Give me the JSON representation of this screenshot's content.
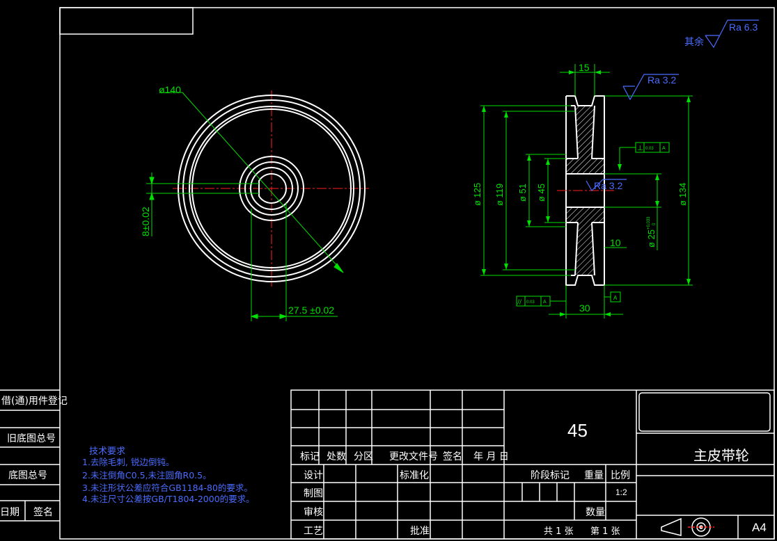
{
  "roughness_other": {
    "prefix": "其余",
    "value": "Ra 6.3"
  },
  "front_view": {
    "dim_diameter": "ø140",
    "dim_keyway_width": "8±0.02",
    "dim_keyway_depth": "27.5 ±0.02"
  },
  "section_view": {
    "dim_groove_width": "15",
    "dim_d125": "ø 125",
    "dim_d119": "ø 119",
    "dim_d51": "ø 51",
    "dim_d45": "ø 45",
    "dim_d134": "ø 134",
    "dim_d25": "ø 25",
    "dim_d25_tol_upper": "+0.033",
    "dim_d25_tol_lower": "0",
    "dim_hub": "10",
    "dim_width": "30",
    "roughness_top": "Ra 3.2",
    "roughness_bore": "Ra 3.2",
    "perp_symbol": "⊥",
    "perp_value": "0.03",
    "perp_datum": "A",
    "para_symbol": "//",
    "para_value": "0.03",
    "para_datum": "A",
    "datum_label": "A"
  },
  "tech_req": {
    "title": "技术要求",
    "items": [
      "1.去除毛刺, 锐边倒钝。",
      "2.未注倒角C0.5,未注圆角R0.5。",
      "3.未注形状公差应符合GB1184-80的要求。",
      "4.未注尺寸公差按GB/T1804-2000的要求。"
    ]
  },
  "left_strip": {
    "row1": "借(通)用件登记",
    "row2": "旧底图总号",
    "row3": "底图总号",
    "row4a": "日期",
    "row4b": "签名"
  },
  "title_block": {
    "material": "45",
    "part_name": "主皮带轮",
    "rev_headers": [
      "标记",
      "处数",
      "分区",
      "更改文件号",
      "签名",
      "年 月 日"
    ],
    "design": "设计",
    "standardize": "标准化",
    "drawing": "制图",
    "review": "审核",
    "process": "工艺",
    "approve": "批准",
    "stage_mark": "阶段标记",
    "weight": "重量",
    "scale_label": "比例",
    "scale_value": "1:2",
    "quantity": "数量",
    "sheets_total": "共 1 张",
    "sheet_no": "第 1 张",
    "paper_size": "A4"
  }
}
